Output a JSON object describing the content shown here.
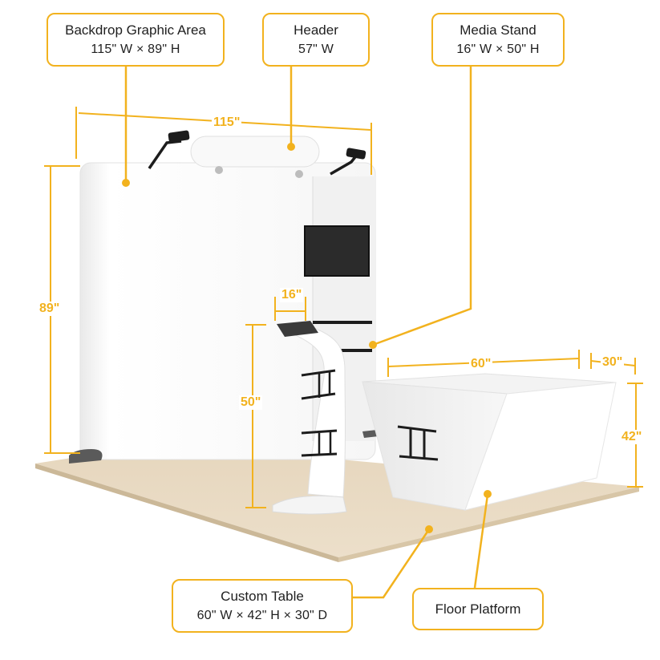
{
  "colors": {
    "accent": "#f2b21e",
    "floor": "#e8d9c2",
    "panel": "#ffffff",
    "screen": "#2b2b2b",
    "metal": "#1c1c1c"
  },
  "callouts": {
    "backdrop": {
      "title": "Backdrop Graphic Area",
      "sub": "115\" W × 89\" H"
    },
    "header": {
      "title": "Header",
      "sub": "57\" W"
    },
    "media_stand": {
      "title": "Media Stand",
      "sub": "16\" W × 50\" H"
    },
    "custom_table": {
      "title": "Custom Table",
      "sub": "60\" W × 42\" H × 30\" D"
    },
    "floor_platform": {
      "title": "Floor Platform"
    }
  },
  "dimensions": {
    "backdrop_width": "115\"",
    "backdrop_height": "89\"",
    "stand_width": "16\"",
    "stand_height": "50\"",
    "table_width": "60\"",
    "table_depth": "30\"",
    "table_height": "42\""
  }
}
